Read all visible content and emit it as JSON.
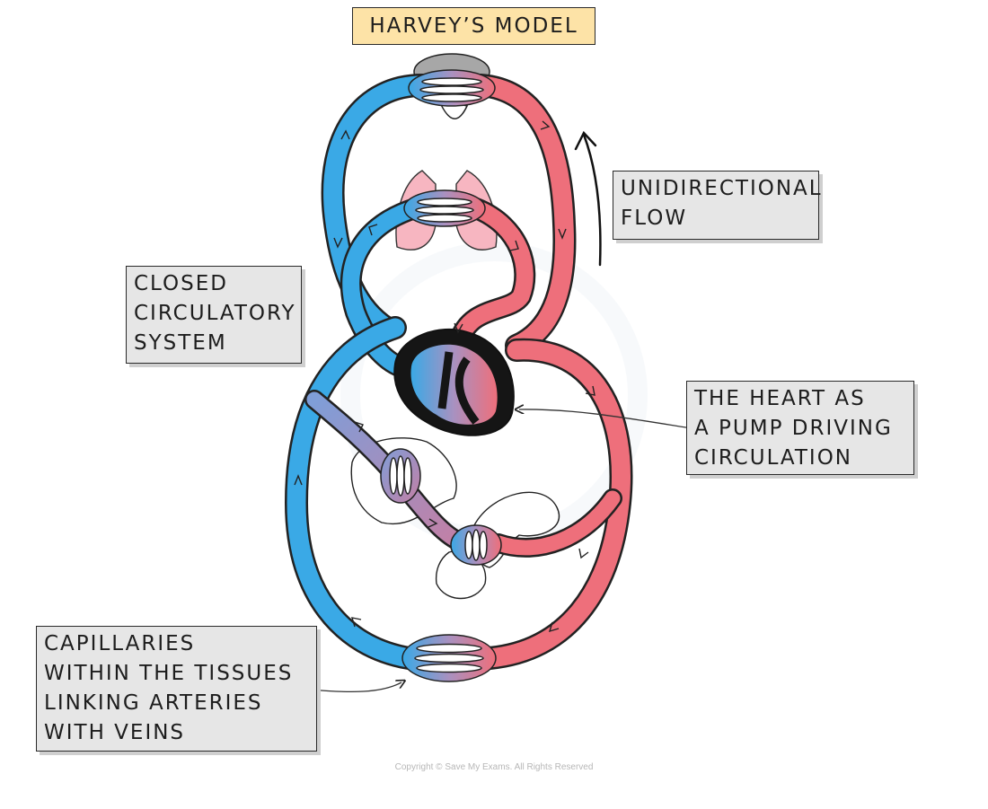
{
  "title": "HARVEY’S MODEL",
  "labels": {
    "unidirectional": [
      "UNIDIRECTIONAL",
      "FLOW"
    ],
    "closed": [
      "CLOSED",
      "CIRCULATORY",
      "SYSTEM"
    ],
    "heart": [
      "THE HEART AS",
      "A PUMP DRIVING",
      "CIRCULATION"
    ],
    "capillaries": [
      "CAPILLARIES",
      "WITHIN THE TISSUES",
      "LINKING ARTERIES",
      "WITH VEINS"
    ]
  },
  "copyright": "Copyright © Save My Exams. All Rights Reserved",
  "colors": {
    "vein": "#3aa9e6",
    "artery": "#ee6f7b",
    "label_bg": "#e6e6e6",
    "title_bg": "#fde3a7",
    "heart": "#151515",
    "lungs": "#f7b6c1"
  }
}
